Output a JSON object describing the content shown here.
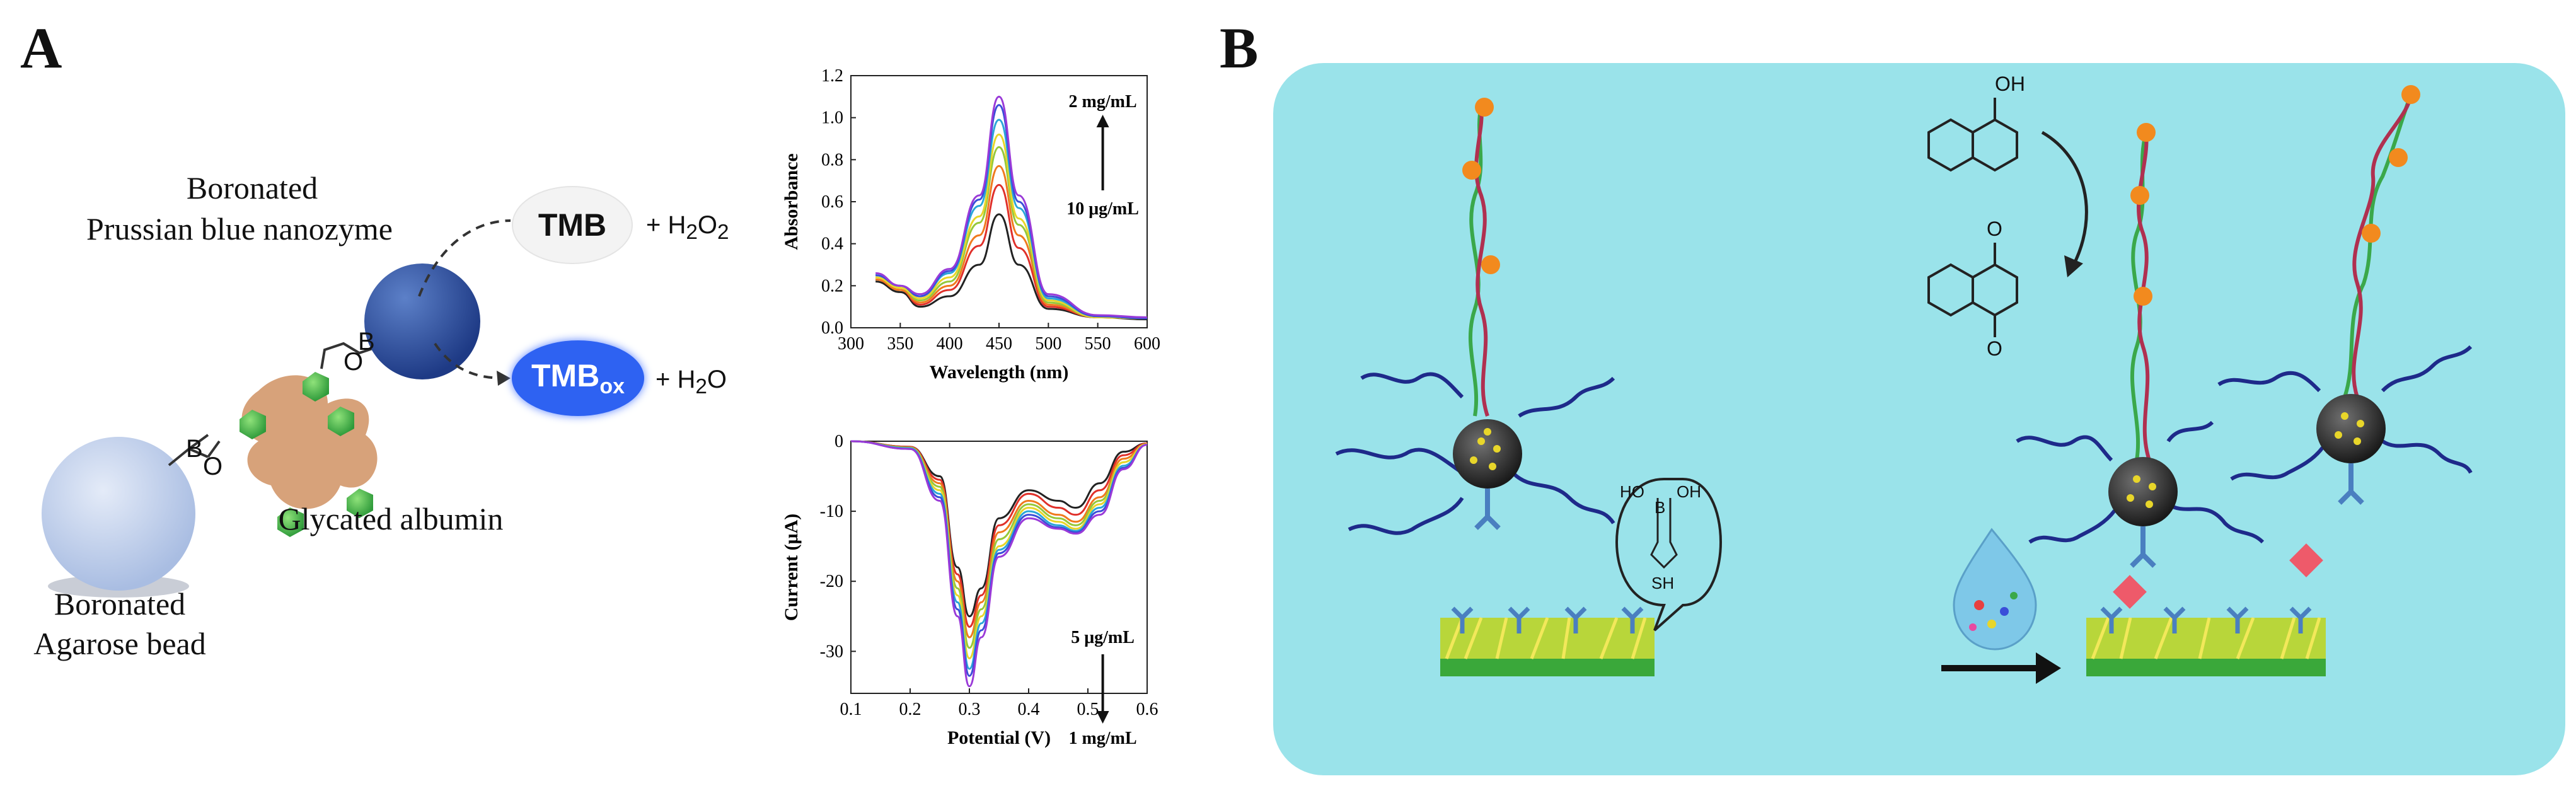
{
  "panels": {
    "a": "A",
    "b": "B"
  },
  "schematic": {
    "nanozyme_label_line1": "Boronated",
    "nanozyme_label_line2": "Prussian blue nanozyme",
    "albumin_label": "Glycated albumin",
    "bead_label_line1": "Boronated",
    "bead_label_line2": "Agarose bead",
    "tmb": "TMB",
    "tmb_ox_main": "TMB",
    "tmb_ox_sub": "ox",
    "plus_h2o2_main": "+ H",
    "plus_h2o2_sub1": "2",
    "plus_h2o2_o": "O",
    "plus_h2o2_sub2": "2",
    "plus_h2o_main": "+ H",
    "plus_h2o_sub": "2",
    "plus_h2o_o": "O",
    "boronate_b": "B",
    "boronate_o": "O"
  },
  "chart_data": [
    {
      "type": "line",
      "xlabel": "Wavelength (nm)",
      "ylabel": "Absorbance",
      "xlim": [
        300,
        600
      ],
      "ylim": [
        0.0,
        1.2
      ],
      "xticks": [
        "300",
        "350",
        "400",
        "450",
        "500",
        "550",
        "600"
      ],
      "yticks": [
        "0.0",
        "0.2",
        "0.4",
        "0.6",
        "0.8",
        "1.0",
        "1.2"
      ],
      "annotation_top": "2 mg/mL",
      "annotation_bottom": "10 μg/mL",
      "arrow_direction": "up",
      "series_colors": [
        "#222222",
        "#e0302a",
        "#f07a1e",
        "#96c83a",
        "#e8d62a",
        "#2aa6d8",
        "#3a4ed8",
        "#9a3ad8"
      ],
      "series": [
        {
          "values": [
            [
              325,
              0.22
            ],
            [
              350,
              0.17
            ],
            [
              370,
              0.1
            ],
            [
              400,
              0.15
            ],
            [
              430,
              0.3
            ],
            [
              450,
              0.54
            ],
            [
              470,
              0.3
            ],
            [
              500,
              0.09
            ],
            [
              550,
              0.05
            ],
            [
              600,
              0.04
            ]
          ]
        },
        {
          "values": [
            [
              325,
              0.23
            ],
            [
              350,
              0.18
            ],
            [
              370,
              0.11
            ],
            [
              400,
              0.18
            ],
            [
              430,
              0.39
            ],
            [
              450,
              0.68
            ],
            [
              470,
              0.38
            ],
            [
              500,
              0.1
            ],
            [
              550,
              0.05
            ],
            [
              600,
              0.045
            ]
          ]
        },
        {
          "values": [
            [
              325,
              0.23
            ],
            [
              350,
              0.18
            ],
            [
              370,
              0.12
            ],
            [
              400,
              0.2
            ],
            [
              430,
              0.44
            ],
            [
              450,
              0.77
            ],
            [
              470,
              0.44
            ],
            [
              500,
              0.11
            ],
            [
              550,
              0.05
            ],
            [
              600,
              0.045
            ]
          ]
        },
        {
          "values": [
            [
              325,
              0.24
            ],
            [
              350,
              0.19
            ],
            [
              370,
              0.13
            ],
            [
              400,
              0.22
            ],
            [
              430,
              0.5
            ],
            [
              450,
              0.86
            ],
            [
              470,
              0.49
            ],
            [
              500,
              0.12
            ],
            [
              550,
              0.05
            ],
            [
              600,
              0.045
            ]
          ]
        },
        {
          "values": [
            [
              325,
              0.24
            ],
            [
              350,
              0.19
            ],
            [
              370,
              0.14
            ],
            [
              400,
              0.24
            ],
            [
              430,
              0.53
            ],
            [
              450,
              0.92
            ],
            [
              470,
              0.52
            ],
            [
              500,
              0.13
            ],
            [
              550,
              0.05
            ],
            [
              600,
              0.045
            ]
          ]
        },
        {
          "values": [
            [
              325,
              0.25
            ],
            [
              350,
              0.2
            ],
            [
              370,
              0.15
            ],
            [
              400,
              0.26
            ],
            [
              430,
              0.58
            ],
            [
              450,
              0.99
            ],
            [
              470,
              0.57
            ],
            [
              500,
              0.14
            ],
            [
              550,
              0.055
            ],
            [
              600,
              0.045
            ]
          ]
        },
        {
          "values": [
            [
              325,
              0.25
            ],
            [
              350,
              0.2
            ],
            [
              370,
              0.15
            ],
            [
              400,
              0.27
            ],
            [
              430,
              0.61
            ],
            [
              450,
              1.06
            ],
            [
              470,
              0.6
            ],
            [
              500,
              0.15
            ],
            [
              550,
              0.055
            ],
            [
              600,
              0.045
            ]
          ]
        },
        {
          "values": [
            [
              325,
              0.26
            ],
            [
              350,
              0.2
            ],
            [
              370,
              0.16
            ],
            [
              400,
              0.28
            ],
            [
              430,
              0.63
            ],
            [
              450,
              1.1
            ],
            [
              470,
              0.63
            ],
            [
              500,
              0.16
            ],
            [
              550,
              0.06
            ],
            [
              600,
              0.05
            ]
          ]
        }
      ]
    },
    {
      "type": "line",
      "xlabel": "Potential (V)",
      "ylabel": "Current (μA)",
      "xlim": [
        0.1,
        0.6
      ],
      "ylim": [
        -36,
        0
      ],
      "xticks": [
        "0.1",
        "0.2",
        "0.3",
        "0.4",
        "0.5",
        "0.6"
      ],
      "yticks": [
        "0",
        "-10",
        "-20",
        "-30"
      ],
      "annotation_top": "5 μg/mL",
      "annotation_bottom": "1 mg/mL",
      "arrow_direction": "down",
      "series_colors": [
        "#222222",
        "#e0302a",
        "#f07a1e",
        "#96c83a",
        "#e8d62a",
        "#2aa6d8",
        "#3a4ed8",
        "#9a3ad8"
      ],
      "series": [
        {
          "values": [
            [
              0.1,
              0
            ],
            [
              0.2,
              -0.8
            ],
            [
              0.25,
              -5
            ],
            [
              0.28,
              -18
            ],
            [
              0.3,
              -25
            ],
            [
              0.32,
              -21
            ],
            [
              0.35,
              -11
            ],
            [
              0.4,
              -7
            ],
            [
              0.45,
              -8.5
            ],
            [
              0.48,
              -9.5
            ],
            [
              0.52,
              -6
            ],
            [
              0.56,
              -1.5
            ],
            [
              0.6,
              -0.3
            ]
          ]
        },
        {
          "values": [
            [
              0.1,
              0
            ],
            [
              0.2,
              -0.8
            ],
            [
              0.25,
              -5.5
            ],
            [
              0.28,
              -19
            ],
            [
              0.3,
              -26.5
            ],
            [
              0.32,
              -22
            ],
            [
              0.35,
              -12
            ],
            [
              0.4,
              -7.5
            ],
            [
              0.45,
              -9.5
            ],
            [
              0.48,
              -10.5
            ],
            [
              0.52,
              -7
            ],
            [
              0.56,
              -2
            ],
            [
              0.6,
              -0.3
            ]
          ]
        },
        {
          "values": [
            [
              0.1,
              0
            ],
            [
              0.2,
              -0.9
            ],
            [
              0.25,
              -6
            ],
            [
              0.28,
              -20
            ],
            [
              0.3,
              -28
            ],
            [
              0.32,
              -23
            ],
            [
              0.35,
              -13
            ],
            [
              0.4,
              -8.5
            ],
            [
              0.45,
              -10.5
            ],
            [
              0.48,
              -11.5
            ],
            [
              0.52,
              -8
            ],
            [
              0.56,
              -2.5
            ],
            [
              0.6,
              -0.4
            ]
          ]
        },
        {
          "values": [
            [
              0.1,
              0
            ],
            [
              0.2,
              -0.9
            ],
            [
              0.25,
              -6.5
            ],
            [
              0.28,
              -21
            ],
            [
              0.3,
              -29.5
            ],
            [
              0.32,
              -24
            ],
            [
              0.35,
              -14
            ],
            [
              0.4,
              -9
            ],
            [
              0.45,
              -11
            ],
            [
              0.48,
              -12
            ],
            [
              0.52,
              -8.5
            ],
            [
              0.56,
              -3
            ],
            [
              0.6,
              -0.4
            ]
          ]
        },
        {
          "values": [
            [
              0.1,
              0
            ],
            [
              0.2,
              -1
            ],
            [
              0.25,
              -7
            ],
            [
              0.28,
              -22
            ],
            [
              0.3,
              -31
            ],
            [
              0.32,
              -25
            ],
            [
              0.35,
              -15
            ],
            [
              0.4,
              -9.5
            ],
            [
              0.45,
              -11.5
            ],
            [
              0.48,
              -12.5
            ],
            [
              0.52,
              -9
            ],
            [
              0.56,
              -3
            ],
            [
              0.6,
              -0.4
            ]
          ]
        },
        {
          "values": [
            [
              0.1,
              0
            ],
            [
              0.2,
              -1
            ],
            [
              0.25,
              -7.5
            ],
            [
              0.28,
              -23
            ],
            [
              0.3,
              -32.5
            ],
            [
              0.32,
              -26
            ],
            [
              0.35,
              -15.5
            ],
            [
              0.4,
              -10
            ],
            [
              0.45,
              -12
            ],
            [
              0.48,
              -12.8
            ],
            [
              0.52,
              -9.5
            ],
            [
              0.56,
              -3.5
            ],
            [
              0.6,
              -0.5
            ]
          ]
        },
        {
          "values": [
            [
              0.1,
              0
            ],
            [
              0.2,
              -1.1
            ],
            [
              0.25,
              -8
            ],
            [
              0.28,
              -24
            ],
            [
              0.3,
              -33.5
            ],
            [
              0.32,
              -27
            ],
            [
              0.35,
              -16
            ],
            [
              0.4,
              -10.5
            ],
            [
              0.45,
              -12.3
            ],
            [
              0.48,
              -13
            ],
            [
              0.52,
              -10
            ],
            [
              0.56,
              -3.8
            ],
            [
              0.6,
              -0.5
            ]
          ]
        },
        {
          "values": [
            [
              0.1,
              0
            ],
            [
              0.2,
              -1.1
            ],
            [
              0.25,
              -8.5
            ],
            [
              0.28,
              -25
            ],
            [
              0.3,
              -35
            ],
            [
              0.32,
              -28
            ],
            [
              0.35,
              -16.5
            ],
            [
              0.4,
              -11
            ],
            [
              0.45,
              -12.5
            ],
            [
              0.48,
              -13.2
            ],
            [
              0.52,
              -10.5
            ],
            [
              0.56,
              -4
            ],
            [
              0.6,
              -0.5
            ]
          ]
        }
      ]
    }
  ],
  "panel_b": {
    "oh_label": "OH",
    "linker_oh_left": "HO",
    "linker_oh_right": "OH",
    "linker_b": "B",
    "linker_sh": "SH",
    "ketone_o_top": "O",
    "ketone_o_bottom": "O",
    "colors": {
      "background": "#9ae3ea",
      "electrode": "#b8d63a",
      "electrode_base": "#3aa83a",
      "antibody": "#4a7fc0",
      "nanoparticle": "#3a3a3a",
      "label_dot": "#f28a1e",
      "antigen": "#ee5a6a"
    }
  }
}
